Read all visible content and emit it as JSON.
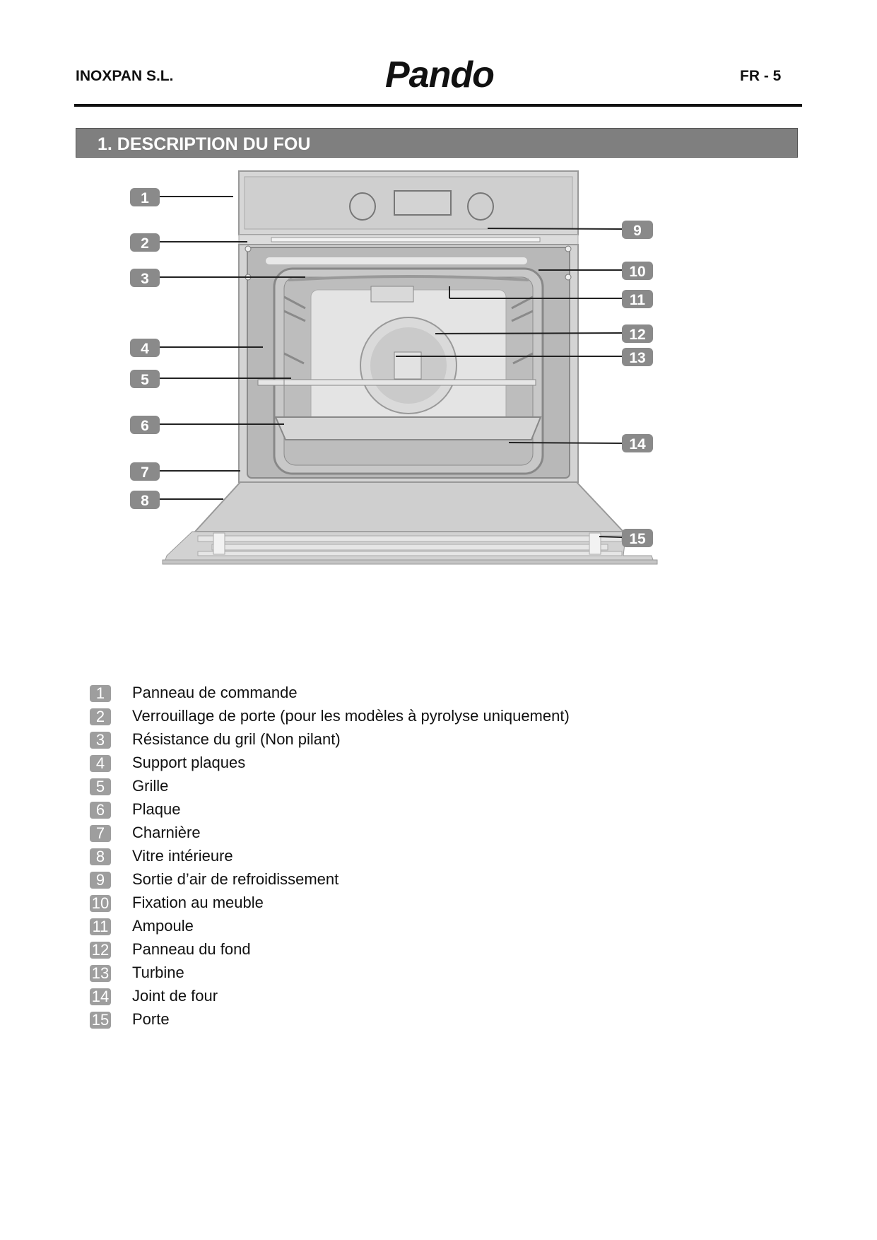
{
  "header": {
    "company": "INOXPAN S.L.",
    "brand": "Pando",
    "page": "FR - 5"
  },
  "section": {
    "title": "1. DESCRIPTION DU FOU"
  },
  "diagram": {
    "subject": "oven-front-open-door",
    "callouts": [
      "1",
      "2",
      "3",
      "4",
      "5",
      "6",
      "7",
      "8",
      "9",
      "10",
      "11",
      "12",
      "13",
      "14",
      "15"
    ]
  },
  "legend": [
    {
      "num": "1",
      "label": "Panneau de commande"
    },
    {
      "num": "2",
      "label": "Verrouillage de porte (pour les modèles à pyrolyse uniquement)"
    },
    {
      "num": "3",
      "label": "Résistance du gril (Non pilant)"
    },
    {
      "num": "4",
      "label": "Support plaques"
    },
    {
      "num": "5",
      "label": "Grille"
    },
    {
      "num": "6",
      "label": "Plaque"
    },
    {
      "num": "7",
      "label": "Charnière"
    },
    {
      "num": "8",
      "label": "Vitre intérieure"
    },
    {
      "num": "9",
      "label": "Sortie d’air de refroidissement"
    },
    {
      "num": "10",
      "label": "Fixation au meuble"
    },
    {
      "num": "11",
      "label": "Ampoule"
    },
    {
      "num": "12",
      "label": "Panneau du fond"
    },
    {
      "num": "13",
      "label": "Turbine"
    },
    {
      "num": "14",
      "label": "Joint de four"
    },
    {
      "num": "15",
      "label": "Porte"
    }
  ],
  "colors": {
    "section_bar": "#7f7f7f",
    "badge": "#9e9e9e",
    "callout_badge": "#8a8a8a"
  }
}
